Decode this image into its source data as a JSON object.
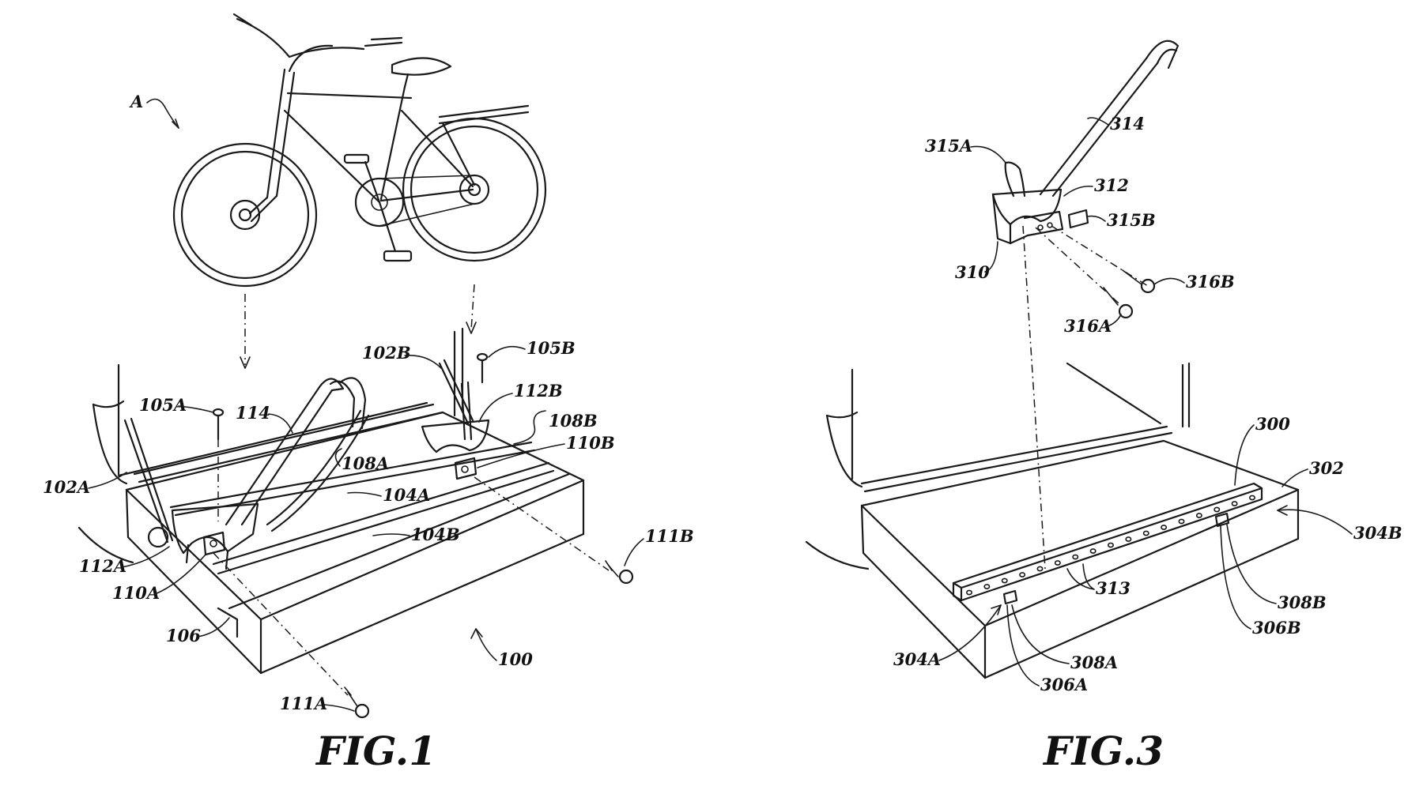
{
  "figures": [
    {
      "id": "fig1",
      "title": "FIG.1"
    },
    {
      "id": "fig3",
      "title": "FIG.3"
    }
  ],
  "labels": {
    "fig1": {
      "bicycle": "A",
      "assembly": "100",
      "pin_a": "105A",
      "pin_b": "105B",
      "strap_a": "102A",
      "strap_b": "102B",
      "handle": "114",
      "cradle_a": "112A",
      "cradle_b": "112B",
      "cradle_set_a": "108A",
      "cradle_set_b": "108B",
      "block_a": "110A",
      "block_b": "110B",
      "key_a": "111A",
      "key_b": "111B",
      "track_a": "104A",
      "track_b": "104B",
      "platform_edge": "106"
    },
    "fig3": {
      "rail": "300",
      "platform": "302",
      "slot_a": "304A",
      "slot_b": "304B",
      "mount_a": "306A",
      "mount_b": "306B",
      "screw_a": "308A",
      "screw_b": "308B",
      "holes": "313",
      "bracket": "310",
      "cradle": "312",
      "handle": "314",
      "arm": "315A",
      "block": "315B",
      "key_a": "316A",
      "key_b": "316B"
    }
  }
}
